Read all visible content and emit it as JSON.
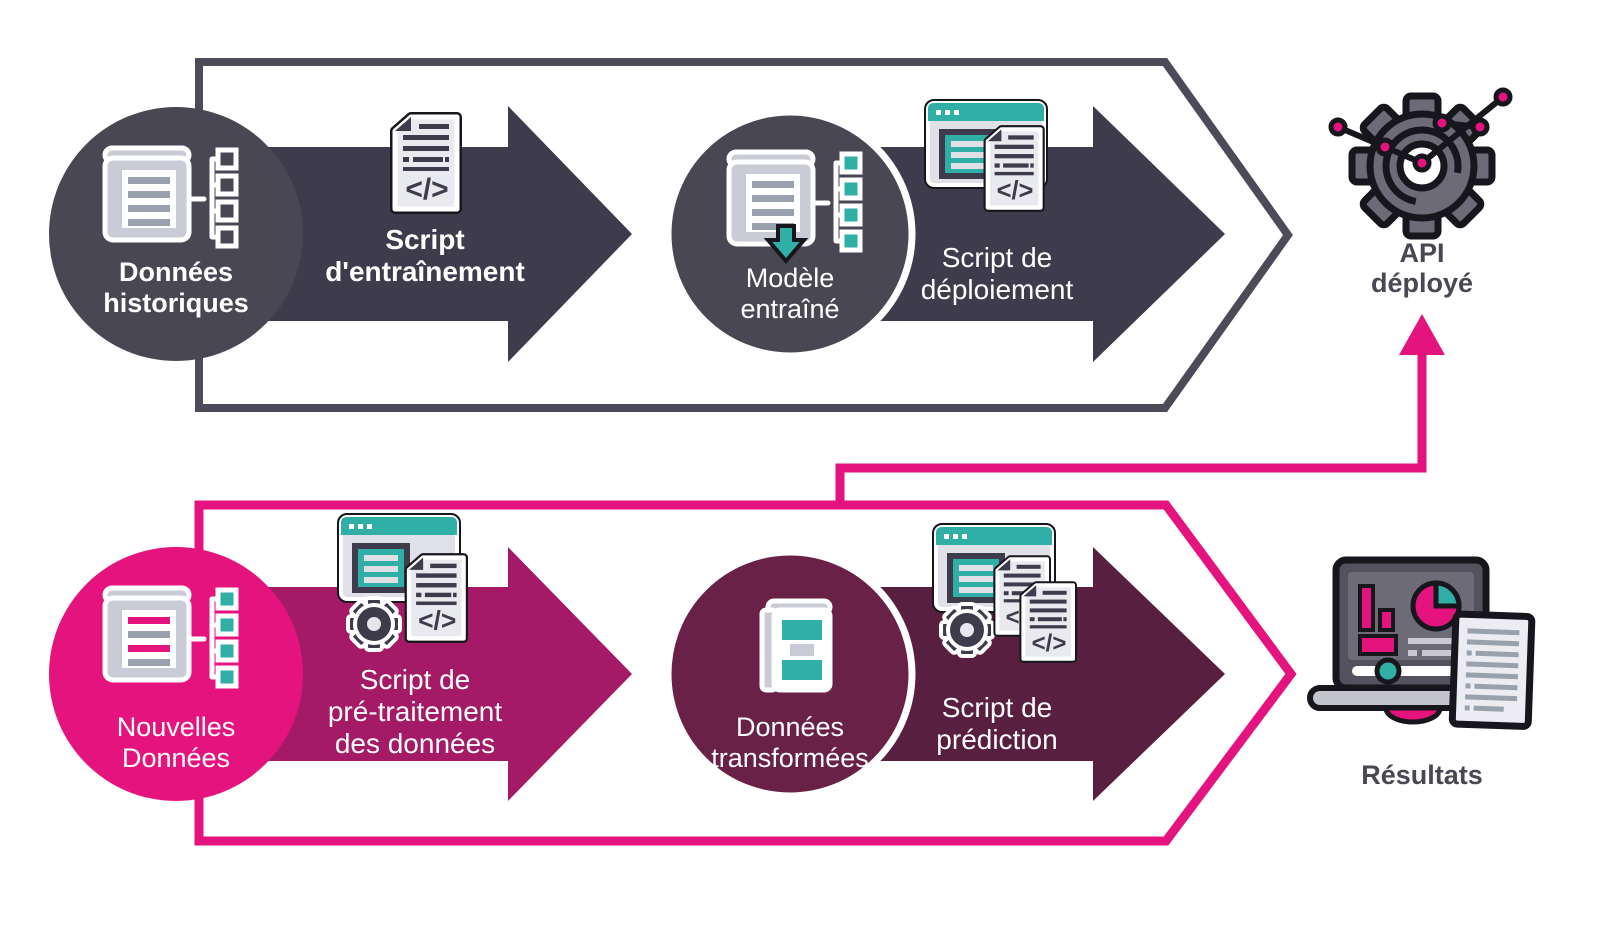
{
  "colors": {
    "slate_arrow": "#3e3b4c",
    "slate_circle": "#4a4755",
    "slate_outline": "#4d4a59",
    "pink": "#e5137d",
    "magenta": "#a41a66",
    "plum": "#6a2148",
    "maroon": "#581f40",
    "teal": "#2fafa5"
  },
  "top_flow": {
    "nodes": {
      "historical_data": {
        "label": "Données\nhistoriques",
        "icon": "book-data-tree-icon"
      },
      "training_script": {
        "label": "Script\nd'entraînement",
        "icon": "code-document-icon"
      },
      "trained_model": {
        "label": "Modèle\nentraîné",
        "icon": "book-data-tree-download-icon"
      },
      "deployment_script": {
        "label": "Script de\ndéploiement",
        "icon": "browser-code-document-icon"
      }
    },
    "output": {
      "label": "API\ndéployé",
      "icon": "gear-network-icon"
    }
  },
  "bottom_flow": {
    "nodes": {
      "new_data": {
        "label": "Nouvelles\nDonnées",
        "icon": "book-data-tree-icon"
      },
      "preprocessing_script": {
        "label": "Script de\npré-traitement\ndes données",
        "icon": "browser-gear-code-icon"
      },
      "transformed_data": {
        "label": "Données\ntransformées",
        "icon": "book-blocks-icon"
      },
      "prediction_script": {
        "label": "Script de\nprédiction",
        "icon": "browser-gear-documents-icon"
      }
    },
    "output": {
      "label": "Résultats",
      "icon": "laptop-analytics-document-icon"
    }
  }
}
